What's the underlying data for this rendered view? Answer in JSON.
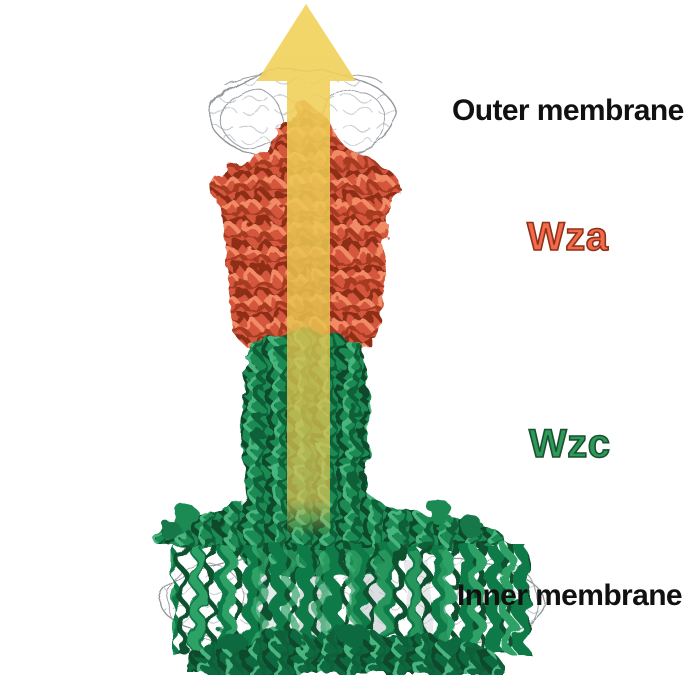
{
  "figure": {
    "membrane_labels": {
      "outer": "Outer membrane",
      "inner": "Inner membrane"
    },
    "protein_labels": {
      "wza": "Wza",
      "wzc": "Wzc"
    },
    "icons": {
      "transport_arrow": "up-arrow"
    },
    "colors": {
      "background": "#ffffff",
      "arrow_yellow": "#f2d45f",
      "wza_red": "#d4573c",
      "wza_label_fill": "#f26b4a",
      "wza_label_outline": "#8f3018",
      "wzc_green": "#1d8b53",
      "wzc_dark_green": "#0e6b3f",
      "wzc_label_fill": "#2d9a59",
      "wzc_label_outline": "#1a4f30",
      "membrane_text": "#111111",
      "micelle_outline": "#8f9398"
    }
  }
}
